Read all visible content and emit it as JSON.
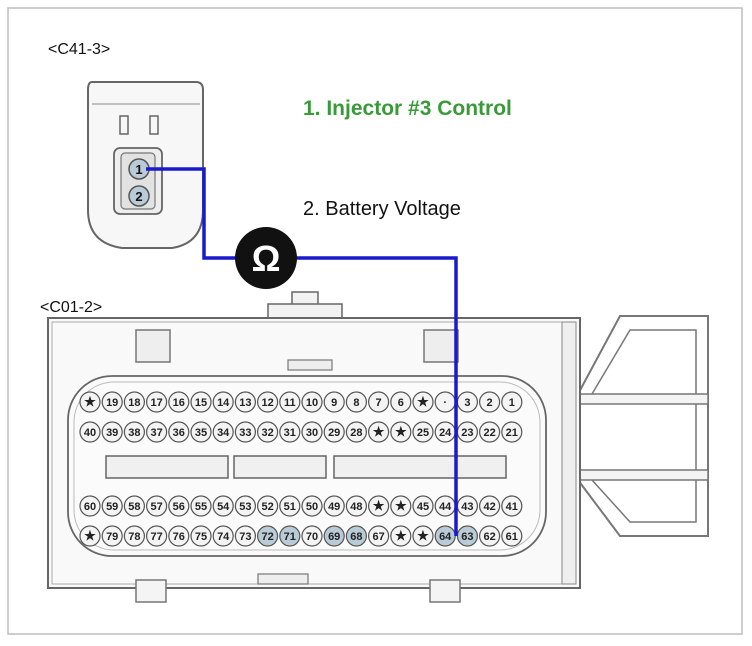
{
  "connector_top": {
    "label": "<C41-3>",
    "pins": [
      "1",
      "2"
    ]
  },
  "connector_main": {
    "label": "<C01-2>",
    "rows": [
      [
        "★",
        "19",
        "18",
        "17",
        "16",
        "15",
        "14",
        "13",
        "12",
        "11",
        "10",
        "9",
        "8",
        "7",
        "6",
        "★",
        "·",
        "3",
        "2",
        "1"
      ],
      [
        "40",
        "39",
        "38",
        "37",
        "36",
        "35",
        "34",
        "33",
        "32",
        "31",
        "30",
        "29",
        "28",
        "★",
        "★",
        "25",
        "24",
        "23",
        "22",
        "21"
      ],
      [
        "60",
        "59",
        "58",
        "57",
        "56",
        "55",
        "54",
        "53",
        "52",
        "51",
        "50",
        "49",
        "48",
        "★",
        "★",
        "45",
        "44",
        "43",
        "42",
        "41"
      ],
      [
        "★",
        "79",
        "78",
        "77",
        "76",
        "75",
        "74",
        "73",
        "72",
        "71",
        "70",
        "69",
        "68",
        "67",
        "★",
        "★",
        "64",
        "63",
        "62",
        "61"
      ]
    ],
    "highlighted_pins": [
      "72",
      "71",
      "69",
      "68",
      "64",
      "63"
    ]
  },
  "annotations": {
    "step1": "1. Injector #3 Control",
    "step2": "2. Battery Voltage"
  },
  "meter": {
    "symbol": "Ω"
  },
  "colors": {
    "step1_text": "#3a9a3a",
    "wire": "#1a1acc",
    "outline": "#555555",
    "pin_fill": "#f4f4f4",
    "pin_highlight": "#b8cbd6",
    "meter_fill": "#111111"
  }
}
